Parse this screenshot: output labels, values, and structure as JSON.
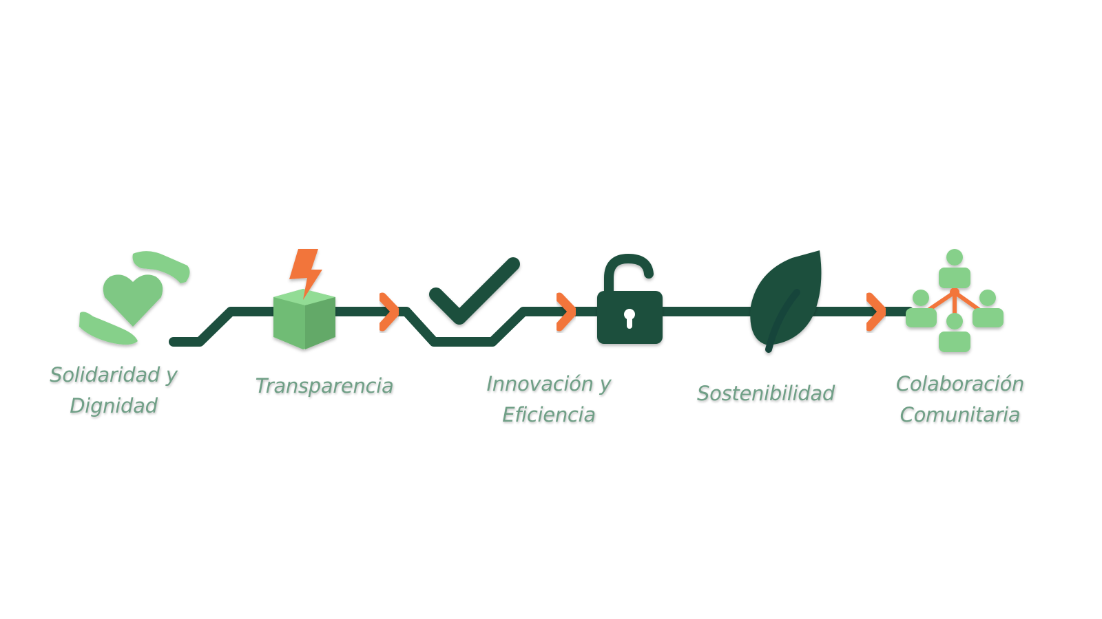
{
  "colors": {
    "path": "#1c4f3e",
    "accent": "#f2743a",
    "light_green": "#86d08a",
    "text": "#6f9f86"
  },
  "steps": [
    {
      "icon": "hands-heart-icon",
      "lines": [
        "Solidaridad y",
        "Dignidad"
      ]
    },
    {
      "icon": "box-lightning-icon",
      "lines": [
        "Transparencia"
      ]
    },
    {
      "icon": "checkmark-icon",
      "lines": [
        "Innovación y",
        "Eficiencia"
      ]
    },
    {
      "icon": "unlocked-padlock-icon",
      "lines": [
        "Sostenibilidad"
      ]
    },
    {
      "icon": "leaf-icon",
      "lines": []
    },
    {
      "icon": "network-people-icon",
      "lines": [
        "Colaboración",
        "Comunitaria"
      ]
    }
  ]
}
